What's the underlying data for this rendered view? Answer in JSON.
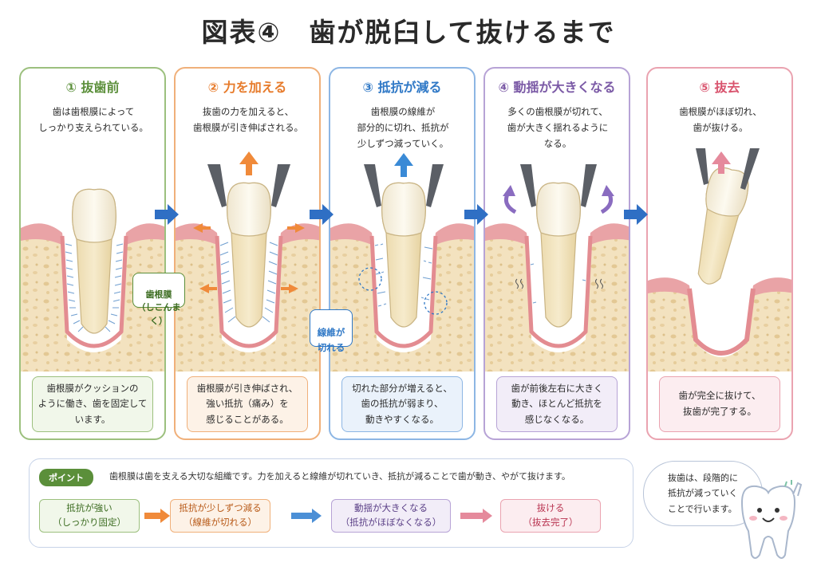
{
  "title": "図表④　歯が脱臼して抜けるまで",
  "panels": [
    {
      "title": "① 抜歯前",
      "desc": "歯は歯根膜によって\nしっかり支えられている。",
      "box": "歯根膜がクッションの\nように働き、歯を固定して\nいます。",
      "color": "#5b8f3a",
      "bg": "#f1f7ea"
    },
    {
      "title": "② 力を加える",
      "desc": "抜歯の力を加えると、\n歯根膜が引き伸ばされる。",
      "box": "歯根膜が引き伸ばされ、\n強い抵抗（痛み）を\n感じることがある。",
      "color": "#e77b2b",
      "bg": "#fdf2e7"
    },
    {
      "title": "③ 抵抗が減る",
      "desc": "歯根膜の線維が\n部分的に切れ、抵抗が\n少しずつ減っていく。",
      "box": "切れた部分が増えると、\n歯の抵抗が弱まり、\n動きやすくなる。",
      "color": "#2f78c6",
      "bg": "#eaf2fb"
    },
    {
      "title": "④ 動揺が大きくなる",
      "desc": "多くの歯根膜が切れて、\n歯が大きく揺れるように\nなる。",
      "box": "歯が前後左右に大きく\n動き、ほとんど抵抗を\n感じなくなる。",
      "color": "#7b5aa6",
      "bg": "#f2edf8"
    },
    {
      "title": "⑤ 抜去",
      "desc": "歯根膜がほぼ切れ、\n歯が抜ける。",
      "box": "歯が完全に抜けて、\n抜歯が完了する。",
      "color": "#d9546e",
      "bg": "#fcedf0"
    }
  ],
  "callouts": {
    "pdl": "歯根膜\n（しこんまく）",
    "fiber": "線維が\n切れる"
  },
  "point": {
    "badge": "ポイント",
    "text": "歯根膜は歯を支える大切な組織です。力を加えると線維が切れていき、抵抗が減ることで歯が動き、やがて抜けます。",
    "stages": [
      {
        "label": "抵抗が強い\n（しっかり固定）",
        "color": "#5b8f3a",
        "bg": "#f1f7ea"
      },
      {
        "label": "抵抗が少しずつ減る\n（線維が切れる）",
        "color": "#e77b2b",
        "bg": "#fdf2e7"
      },
      {
        "label": "動揺が大きくなる\n（抵抗がほぼなくなる）",
        "color": "#7b5aa6",
        "bg": "#f2edf8"
      },
      {
        "label": "抜ける\n（抜去完了）",
        "color": "#d9546e",
        "bg": "#fcedf0"
      }
    ]
  },
  "bubble": "抜歯は、段階的に\n抵抗が減っていく\nことで行います。",
  "icons": [
    "flow-arrow-icon",
    "pull-arrow-icon",
    "rock-arrow-icon",
    "forceps-icon",
    "tooth-mascot-icon"
  ],
  "colors": {
    "gum": "#e9a3a6",
    "bone": "#f3e2bf",
    "tooth": "#fbf6e6",
    "flow_arrow": "#2f6fc4"
  }
}
